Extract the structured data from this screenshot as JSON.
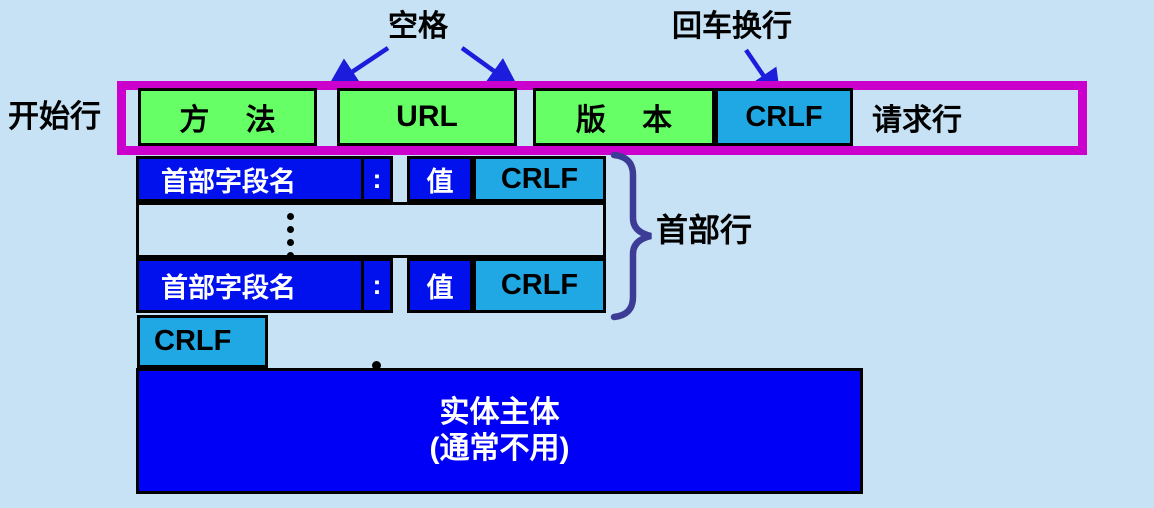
{
  "annotations": {
    "space": "空格",
    "crlf_note": "回车换行",
    "start_line": "开始行",
    "request_line": "请求行",
    "header_lines": "首部行"
  },
  "request_line": {
    "method": "方 法",
    "url": "URL",
    "version": "版 本",
    "crlf": "CRLF"
  },
  "header_rows": [
    {
      "name": "首部字段名",
      "colon": ":",
      "value": "值",
      "crlf": "CRLF"
    },
    {
      "name": "首部字段名",
      "colon": ":",
      "value": "值",
      "crlf": "CRLF"
    }
  ],
  "blank_line": {
    "crlf": "CRLF"
  },
  "entity_body": {
    "line1": "实体主体",
    "line2": "(通常不用)"
  },
  "colors": {
    "background": "#C7E2F4",
    "frame_magenta": "#CC00CC",
    "field_green": "#66FF66",
    "crlf_azure": "#1FA8E4",
    "header_blue": "#0011ED",
    "entity_blue": "#0000F6",
    "arrow_blue": "#1C1CDC",
    "brace_purple": "#3C3C96"
  }
}
